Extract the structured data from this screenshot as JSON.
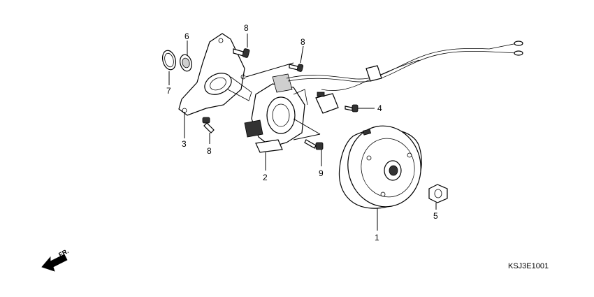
{
  "callouts": {
    "c1": "1",
    "c2": "2",
    "c3": "3",
    "c4": "4",
    "c5": "5",
    "c6": "6",
    "c7": "7",
    "c8a": "8",
    "c8b": "8",
    "c8c": "8",
    "c9": "9"
  },
  "front_label": "FR.",
  "drawing_code": "KSJ3E1001"
}
